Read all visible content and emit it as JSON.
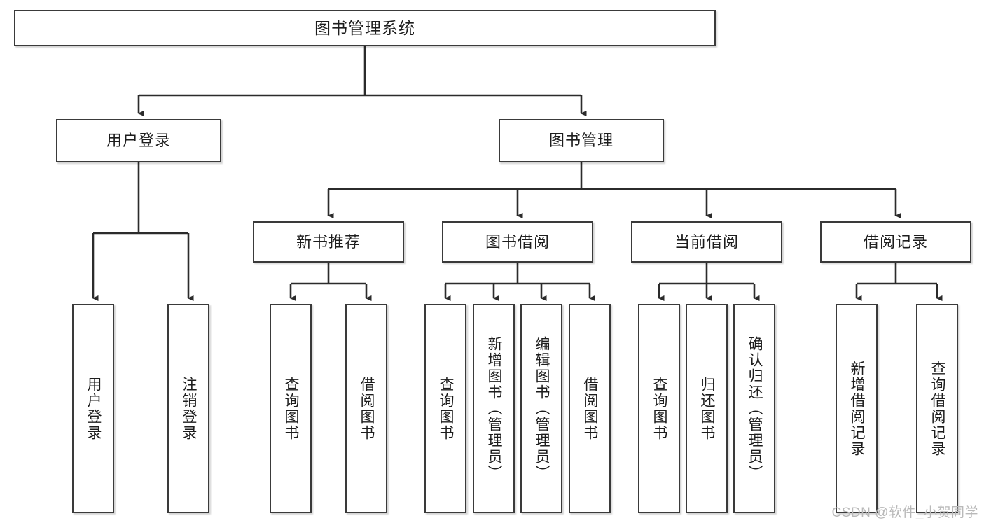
{
  "diagram": {
    "type": "tree-flowchart",
    "title": "图书管理系统",
    "watermark": "CSDN @软件_小贺同学",
    "colors": {
      "box_border": "#3a3a3a",
      "box_fill": "#ffffff",
      "edge": "#2b2b2b",
      "text": "#1d1d1d",
      "watermark": "#b9b9b9",
      "background": "#ffffff"
    },
    "levels": {
      "root": [
        "图书管理系统"
      ],
      "level2": [
        "用户登录",
        "图书管理"
      ],
      "level3": [
        "新书推荐",
        "图书借阅",
        "当前借阅",
        "借阅记录"
      ],
      "leaves": [
        "用户登录",
        "注销登录",
        "查询图书",
        "借阅图书",
        "查询图书",
        "新增图书（管理员）",
        "编辑图书（管理员）",
        "借阅图书",
        "查询图书",
        "归还图书",
        "确认归还（管理员）",
        "新增借阅记录",
        "查询借阅记录"
      ]
    },
    "nodes": {
      "root": {
        "label": "图书管理系统"
      },
      "user_login": {
        "label": "用户登录"
      },
      "book_manage": {
        "label": "图书管理"
      },
      "new_book_rec": {
        "label": "新书推荐"
      },
      "book_borrow": {
        "label": "图书借阅"
      },
      "current_borrow": {
        "label": "当前借阅"
      },
      "borrow_record": {
        "label": "借阅记录"
      },
      "leaf_user_login": {
        "label": "用户登录"
      },
      "leaf_logout": {
        "label": "注销登录"
      },
      "leaf_query_book_a": {
        "label": "查询图书"
      },
      "leaf_borrow_book_a": {
        "label": "借阅图书"
      },
      "leaf_query_book_b": {
        "label": "查询图书"
      },
      "leaf_add_book": {
        "label": "新增图书（管理员）"
      },
      "leaf_edit_book": {
        "label": "编辑图书（管理员）"
      },
      "leaf_borrow_book_b": {
        "label": "借阅图书"
      },
      "leaf_query_book_c": {
        "label": "查询图书"
      },
      "leaf_return_book": {
        "label": "归还图书"
      },
      "leaf_confirm_return": {
        "label": "确认归还（管理员）"
      },
      "leaf_add_record": {
        "label": "新增借阅记录"
      },
      "leaf_query_record": {
        "label": "查询借阅记录"
      }
    }
  }
}
